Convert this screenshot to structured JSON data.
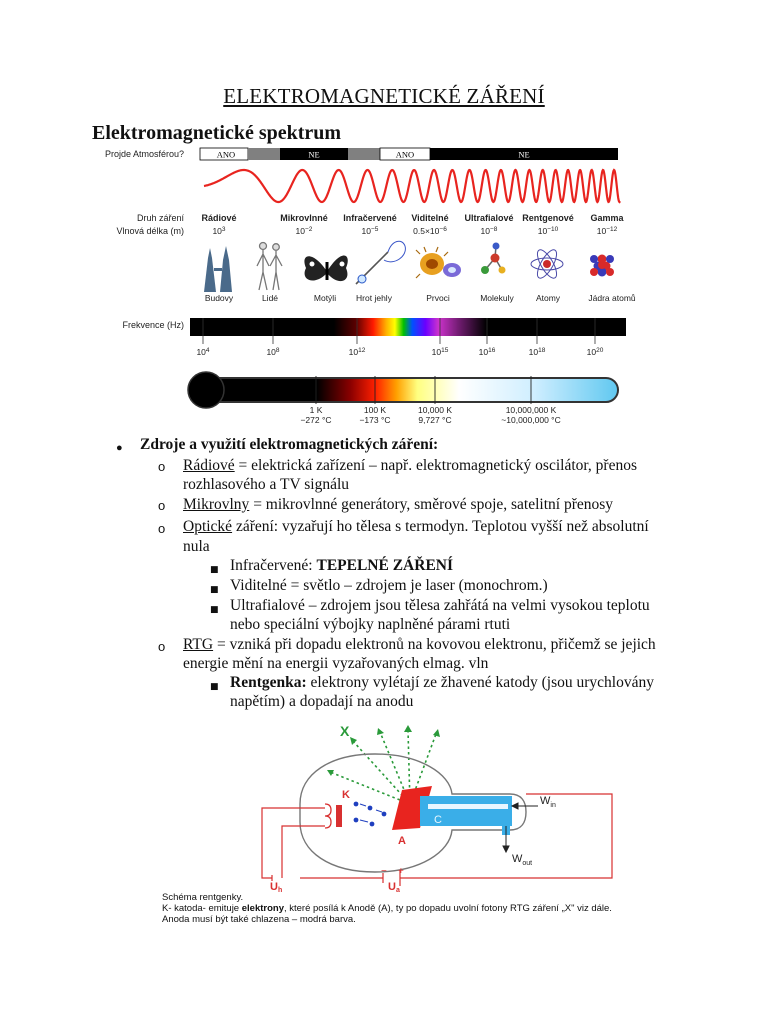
{
  "document": {
    "title": "ELEKTROMAGNETICKÉ ZÁŘENÍ",
    "section_heading": "Elektromagnetické spektrum"
  },
  "spectrum": {
    "row_labels": {
      "atmosphere": "Projde Atmosférou?",
      "radiation_type": "Druh záření",
      "wavelength": "Vlnová délka (m)",
      "frequency": "Frekvence (Hz)"
    },
    "atmosphere_segments": [
      "ANO",
      "NE",
      "ANO",
      "NE"
    ],
    "types": [
      {
        "name": "Rádiové",
        "wavelength": "10",
        "wavelength_exp": "3",
        "object": "Budovy"
      },
      {
        "name": "Mikrovlnné",
        "wavelength": "10",
        "wavelength_exp": "−2",
        "object": "Lidé"
      },
      {
        "name": "Infračervené",
        "wavelength": "10",
        "wavelength_exp": "−5",
        "object": "Motýli"
      },
      {
        "name": "Viditelné",
        "wavelength": "0.5×10",
        "wavelength_exp": "−6",
        "object": "Hrot jehly"
      },
      {
        "name": "Ultrafialové",
        "wavelength": "10",
        "wavelength_exp": "−8",
        "object": "Prvoci"
      },
      {
        "name": "Rentgenové",
        "wavelength": "10",
        "wavelength_exp": "−10",
        "object": "Molekuly"
      },
      {
        "name": "Gamma",
        "wavelength": "10",
        "wavelength_exp": "−12",
        "object": "Atomy"
      }
    ],
    "last_object": "Jádra atomů",
    "frequency_ticks": [
      {
        "base": "10",
        "exp": "4"
      },
      {
        "base": "10",
        "exp": "8"
      },
      {
        "base": "10",
        "exp": "12"
      },
      {
        "base": "10",
        "exp": "15"
      },
      {
        "base": "10",
        "exp": "16"
      },
      {
        "base": "10",
        "exp": "18"
      },
      {
        "base": "10",
        "exp": "20"
      }
    ],
    "temperatures": [
      {
        "k": "1 K",
        "c": "−272 °C"
      },
      {
        "k": "100 K",
        "c": "−173 °C"
      },
      {
        "k": "10,000 K",
        "c": "9,727 °C"
      },
      {
        "k": "10,000,000 K",
        "c": "~10,000,000 °C"
      }
    ]
  },
  "list": {
    "heading": "Zdroje a využití elektromagnetických záření:",
    "radio_term": "Rádiové",
    "radio_text_1": " = elektrická zařízení – např. elektromagnetický oscilátor, přenos",
    "radio_text_2": "rozhlasového a TV signálu",
    "micro_term": "Mikrovlny",
    "micro_text": " = mikrovlnné generátory, směrové spoje, satelitní přenosy",
    "optical_term": "Optické",
    "optical_text_1": " záření: vyzařují ho tělesa s termodyn. Teplotou vyšší než absolutní",
    "optical_text_2": "nula",
    "ir_label": "Infračervené: ",
    "ir_bold": "TEPELNÉ ZÁŘENÍ",
    "visible_text": "Viditelné = světlo – zdrojem je laser (monochrom.)",
    "uv_text_1": "Ultrafialové – zdrojem jsou tělesa zahřátá na velmi vysokou teplotu",
    "uv_text_2": "nebo speciální výbojky naplněné párami rtuti",
    "rtg_term": "RTG",
    "rtg_text_1": " = vzniká při dopadu elektronů na kovovou elektronu, přičemž se jejich",
    "rtg_text_2": "energie mění na energii vyzařovaných elmag. vln",
    "tube_bold": "Rentgenka:",
    "tube_text_1": " elektrony vylétají ze žhavené katody (jsou urychlovány",
    "tube_text_2": "napětím) a dopadají na anodu"
  },
  "diagram": {
    "label_x": "X",
    "label_k": "K",
    "label_a": "A",
    "label_c": "C",
    "label_win": "W",
    "label_win_sub": "in",
    "label_wout": "W",
    "label_wout_sub": "out",
    "label_uh": "U",
    "label_uh_sub": "h",
    "label_ua": "U",
    "label_ua_sub": "a",
    "minus": "−",
    "plus": "+",
    "caption_1": "Schéma rentgenky.",
    "caption_2_pre": "K- katoda- emituje ",
    "caption_2_bold": "elektrony",
    "caption_2_post": ", které posílá k Anodě (A), ty po dopadu uvolní fotony RTG záření „X\" viz dále.",
    "caption_3": "Anoda musí být také chlazena – modrá barva."
  },
  "colors": {
    "wave": "#e8241f",
    "tube_red": "#e8241f",
    "coolant": "#3aaee8",
    "x_rays": "#2a9a3a",
    "electrons": "#1f3fbf"
  }
}
